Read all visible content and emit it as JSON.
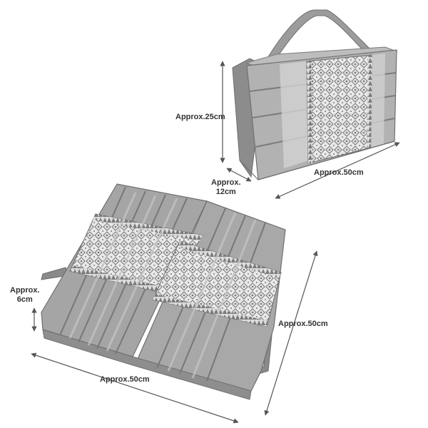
{
  "colors": {
    "fabric_main": "#a9a9a9",
    "fabric_light": "#cfcfcf",
    "fabric_dark": "#6f6f6f",
    "pattern_light": "#efefef",
    "pattern_dark": "#7a7a7a",
    "arrow": "#555555",
    "label": "#333333"
  },
  "bag": {
    "height_label": "Approx.25cm",
    "depth_label": [
      "Approx.",
      "12cm"
    ],
    "width_label": "Approx.50cm"
  },
  "mat": {
    "thickness_label": [
      "Approx.",
      "6cm"
    ],
    "width_label": "Approx.50cm",
    "length_label": "Approx.50cm"
  }
}
